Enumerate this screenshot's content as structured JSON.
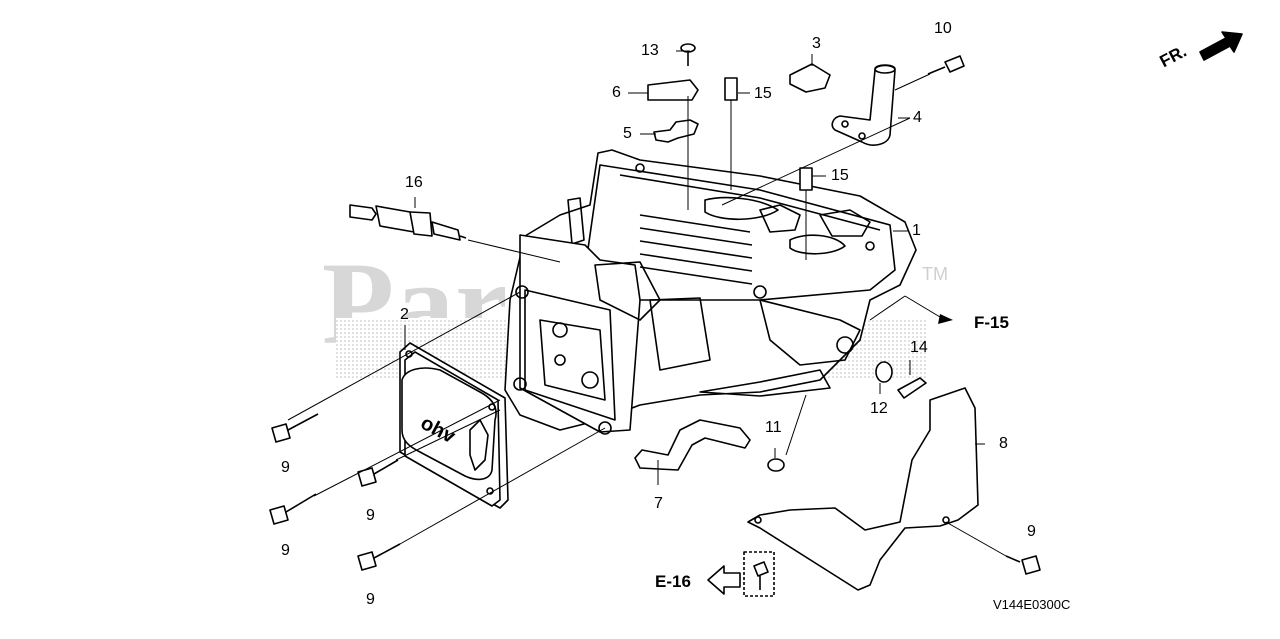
{
  "diagram": {
    "watermark": "PartsTree",
    "watermark_mark": "TM",
    "direction_label": "FR.",
    "diagram_code": "V144E0300C",
    "cross_refs": {
      "f15": "F-15",
      "e16": "E-16"
    },
    "callouts": {
      "c1": "1",
      "c2": "2",
      "c3": "3",
      "c4": "4",
      "c5": "5",
      "c6": "6",
      "c7": "7",
      "c8": "8",
      "c9a": "9",
      "c9b": "9",
      "c9c": "9",
      "c9d": "9",
      "c9e": "9",
      "c10": "10",
      "c11": "11",
      "c12": "12",
      "c13": "13",
      "c14": "14",
      "c15a": "15",
      "c15b": "15",
      "c16": "16"
    },
    "cover_text": "ohv"
  }
}
